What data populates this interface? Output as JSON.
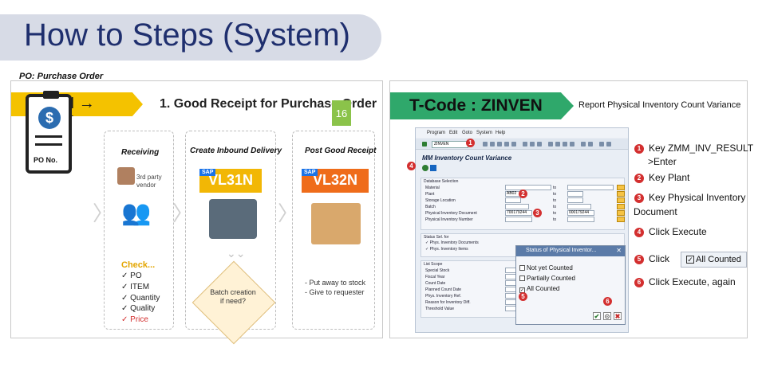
{
  "title": "How to Steps (System)",
  "left": {
    "tag": "VL31N → VL32N",
    "heading": "1. Good Receipt for Purchase Order",
    "page_num": "16",
    "po_title": "PO: Purchase Order",
    "po_label": "PO No.",
    "receiving_title": "Receiving",
    "vendor_text_1": "3rd party",
    "vendor_text_2": "vendor",
    "check_title": "Check...",
    "checks": [
      "✓  PO",
      "✓  ITEM",
      "✓  Quantity",
      "✓  Quality",
      "✓  Price"
    ],
    "inbound_title": "Create Inbound Delivery",
    "btn_vl31n": "VL31N",
    "sap_badge": "SAP",
    "batch_text": "Batch creation if need?",
    "post_title": "Post Good Receipt",
    "btn_vl32n": "VL32N",
    "bullets": [
      "-  Put away to stock",
      "-  Give to requester"
    ]
  },
  "right": {
    "tag": "T-Code : ZINVEN",
    "heading": "Report Physical Inventory Count Variance",
    "sap": {
      "menu": [
        "Program",
        "Edit",
        "Goto",
        "System",
        "Help"
      ],
      "tcode_value": "ZINVEN",
      "screen_title": "MM Inventory Count Variance",
      "db_section": "Database Selection",
      "fields": [
        "Material",
        "Plant",
        "Storage Location",
        "Batch",
        "Physical Inventory Document",
        "Physical Inventory Number"
      ],
      "to_label": "to",
      "plant_value": "AB02",
      "doc_from": "700179244",
      "doc_to": "000179244",
      "status_section": "Status Sel. for",
      "status_items": [
        "✓ Phys. Inventory Documents",
        "✓ Phys. Inventory Items"
      ],
      "list_section": "List Scope",
      "list_fields": [
        "Special Stock",
        "Fiscal Year",
        "Count Date",
        "Planned Count Date",
        "Phys. Inventory Ref.",
        "Reason for Inventory Diff.",
        "Threshold Value"
      ]
    },
    "popup": {
      "title": "Status of Physical Inventor...",
      "close": "✕",
      "options": [
        "Not yet Counted",
        "Partially Counted",
        "All Counted"
      ],
      "checked_mark": "✓"
    },
    "markers": [
      "1",
      "2",
      "3",
      "4",
      "5",
      "6"
    ],
    "steps": [
      {
        "num": "1",
        "text": "Key ZMM_INV_RESULT"
      },
      {
        "num": "",
        "text": ">Enter"
      },
      {
        "num": "2",
        "text": "Key Plant"
      },
      {
        "num": "3",
        "text": "Key Physical Inventory"
      },
      {
        "num": "",
        "text": "Document"
      },
      {
        "num": "4",
        "text": "Click Execute"
      },
      {
        "num": "5",
        "text": "Click"
      },
      {
        "num": "6",
        "text": "Click Execute, again"
      }
    ],
    "all_counted_label": "All Counted"
  }
}
